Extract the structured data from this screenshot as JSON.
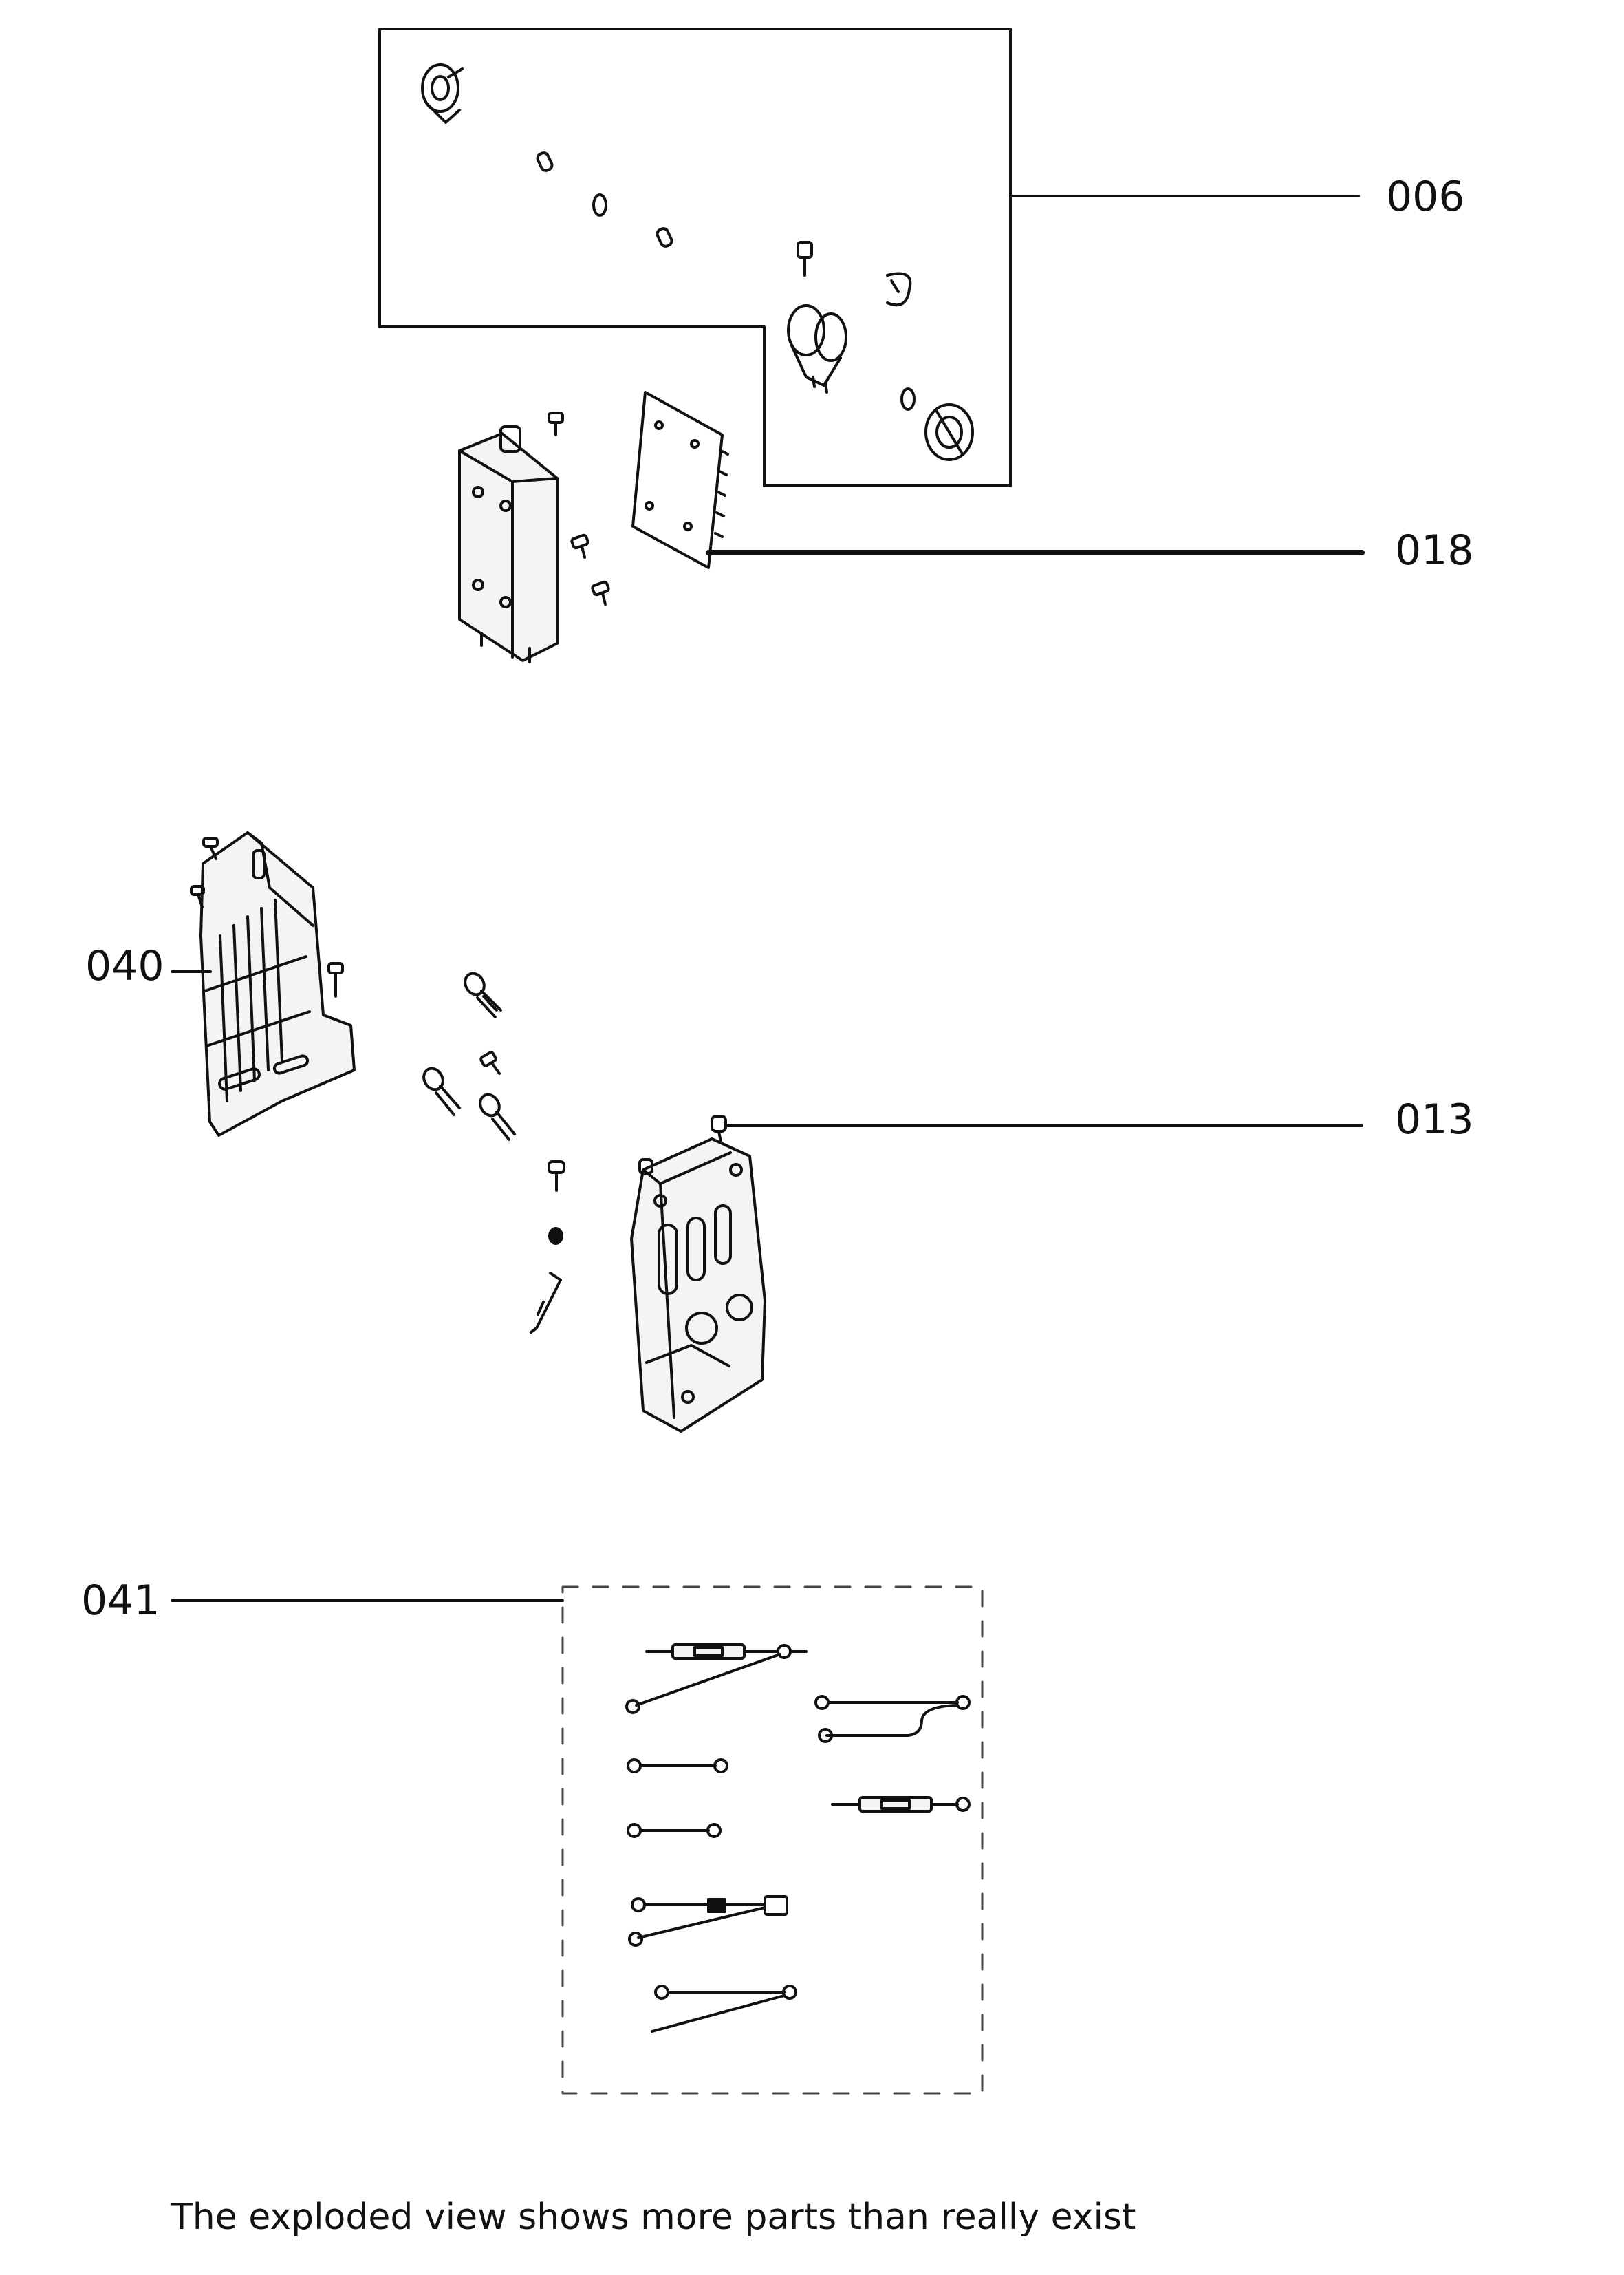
{
  "callouts": {
    "c006": "006",
    "c018": "018",
    "c040": "040",
    "c013": "013",
    "c041": "041"
  },
  "note": "The exploded view shows more parts than really exist",
  "colors": {
    "line": "#111111",
    "dash": "#444444",
    "part_fill": "#f4f4f4"
  }
}
